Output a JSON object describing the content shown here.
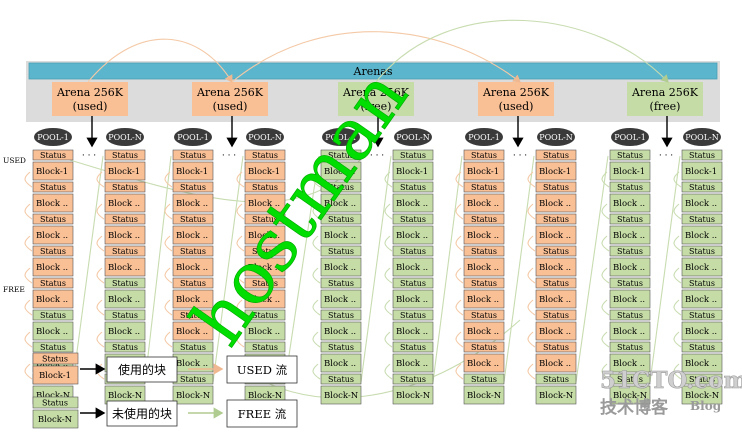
{
  "arenas_title": "Arenas",
  "arenas": [
    {
      "name": "Arena 256K",
      "state": "(used)",
      "used": true
    },
    {
      "name": "Arena 256K",
      "state": "(used)",
      "used": true
    },
    {
      "name": "Arena 256K",
      "state": "(free)",
      "used": false
    },
    {
      "name": "Arena 256K",
      "state": "(used)",
      "used": true
    },
    {
      "name": "Arena 256K",
      "state": "(free)",
      "used": false
    }
  ],
  "pool_labels": [
    "POOL-1",
    "POOL-N"
  ],
  "ellipsis": "· · ·",
  "side_labels": {
    "used": "USED",
    "free": "FREE"
  },
  "block_label_texts": {
    "status": "Status",
    "first": "Block-1",
    "middle": "Block ..",
    "last": "Block-N"
  },
  "pool_columns": [
    {
      "arena": 0,
      "pool": 0,
      "blocks": [
        "used",
        "used",
        "used",
        "used",
        "used",
        "free",
        "free",
        "free"
      ]
    },
    {
      "arena": 0,
      "pool": 1,
      "blocks": [
        "used",
        "used",
        "used",
        "used",
        "free",
        "free",
        "free",
        "free"
      ]
    },
    {
      "arena": 1,
      "pool": 0,
      "blocks": [
        "used",
        "used",
        "used",
        "used",
        "used",
        "used",
        "free",
        "free"
      ]
    },
    {
      "arena": 1,
      "pool": 1,
      "blocks": [
        "used",
        "used",
        "used",
        "used",
        "used",
        "free",
        "free",
        "free"
      ]
    },
    {
      "arena": 2,
      "pool": 0,
      "blocks": [
        "free",
        "free",
        "free",
        "free",
        "free",
        "free",
        "free",
        "free"
      ]
    },
    {
      "arena": 2,
      "pool": 1,
      "blocks": [
        "free",
        "free",
        "free",
        "free",
        "free",
        "free",
        "free",
        "free"
      ]
    },
    {
      "arena": 3,
      "pool": 0,
      "blocks": [
        "used",
        "used",
        "used",
        "used",
        "used",
        "used",
        "used",
        "free"
      ]
    },
    {
      "arena": 3,
      "pool": 1,
      "blocks": [
        "used",
        "used",
        "used",
        "used",
        "used",
        "used",
        "used",
        "free"
      ]
    },
    {
      "arena": 4,
      "pool": 0,
      "blocks": [
        "free",
        "free",
        "free",
        "free",
        "free",
        "free",
        "free",
        "free"
      ]
    },
    {
      "arena": 4,
      "pool": 1,
      "blocks": [
        "free",
        "free",
        "free",
        "free",
        "free",
        "free",
        "free",
        "free"
      ]
    }
  ],
  "legend": {
    "used_block": {
      "status": "Status",
      "block": "Block-1",
      "label": "使用的块",
      "flow": "USED 流"
    },
    "free_block": {
      "status": "Status",
      "block": "Block-N",
      "label": "未使用的块",
      "flow": "FREE 流"
    }
  },
  "watermark": "hostman",
  "logo": {
    "brand": "51CTO.com",
    "sub": "技术博客",
    "blog": "Blog"
  },
  "colors": {
    "arenas_bar": "#5bb5cc",
    "used_fill": "#f9bf95",
    "free_fill": "#c5dca6",
    "used_flow": "#f4c9a6",
    "free_flow": "#c8dcb0",
    "watermark": "#00dd00",
    "pool_fill": "#3a3a3a",
    "panel_bg": "#dcdcdc"
  }
}
